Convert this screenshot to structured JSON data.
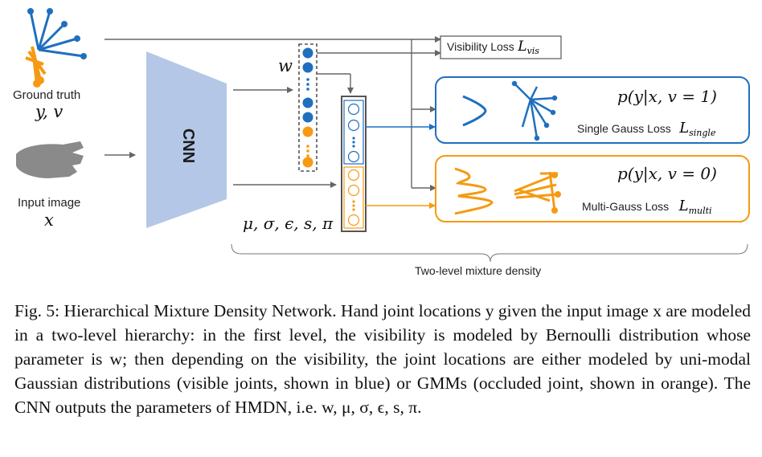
{
  "labels": {
    "ground_truth": "Ground truth",
    "ground_truth_vars": "y, v",
    "input_image": "Input image",
    "input_image_var": "x",
    "cnn": "CNN",
    "w": "w",
    "params": "μ, σ, ϵ, s, π",
    "visibility_loss_text": "Visibility Loss",
    "visibility_loss_sym": "L",
    "visibility_loss_sub": "vis",
    "single_prob": "p(y|x, v = 1)",
    "single_loss_text": "Single Gauss Loss",
    "single_loss_sym": "L",
    "single_loss_sub": "single",
    "multi_prob": "p(y|x, v = 0)",
    "multi_loss_text": "Multi-Gauss Loss",
    "multi_loss_sym": "L",
    "multi_loss_sub": "multi",
    "mixture": "Two-level mixture density"
  },
  "caption": "Fig. 5: Hierarchical Mixture Density Network. Hand joint locations y given the input image x are modeled in a two-level hierarchy: in the first level, the visibility is modeled by Bernoulli distribution whose parameter is w; then depending on the visibility, the joint locations are either modeled by uni-modal Gaussian distributions (visible joints, shown in blue) or GMMs (occluded joint, shown in orange). The CNN outputs the parameters of HMDN, i.e. w, μ, σ, ϵ, s, π.",
  "colors": {
    "blue": "#1f6fbf",
    "orange": "#f59a12",
    "cnn": "#b4c7e7",
    "arrow": "#666666"
  }
}
